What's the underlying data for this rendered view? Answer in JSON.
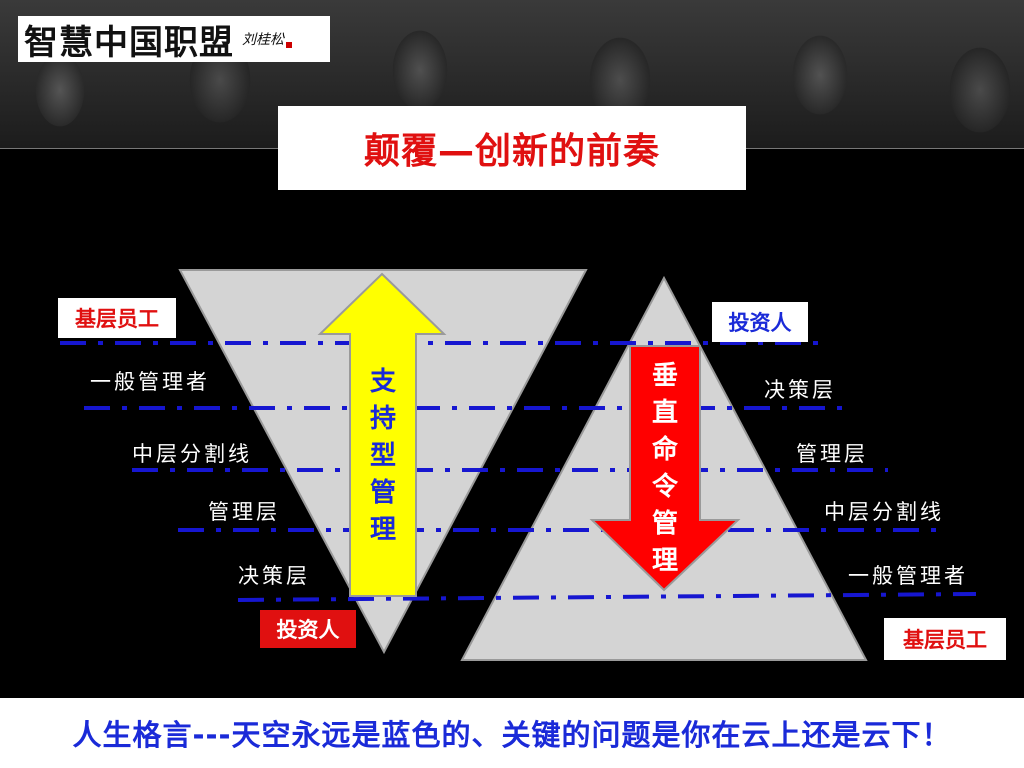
{
  "header": {
    "logo_main": "智慧中国职盟",
    "logo_sub": "刘桂松",
    "title": "颠覆—创新的前奏"
  },
  "left_pyramid": {
    "top_tag": "基层员工",
    "bottom_tag": "投资人",
    "levels": [
      "一般管理者",
      "中层分割线",
      "管理层",
      "决策层"
    ],
    "arrow_text": "支持型管理"
  },
  "right_pyramid": {
    "top_tag": "投资人",
    "bottom_tag": "基层员工",
    "levels": [
      "决策层",
      "管理层",
      "中层分割线",
      "一般管理者"
    ],
    "arrow_text": "垂直命令管理"
  },
  "footer": {
    "quote": "人生格言---天空永远是蓝色的、关键的问题是你在云上还是云下！"
  },
  "colors": {
    "accent_red": "#e01010",
    "accent_blue": "#1a2ad8",
    "arrow_yellow": "#ffff00",
    "triangle_fill": "#d4d4d4"
  },
  "icons": {
    "up_arrow": "up-arrow-icon",
    "down_arrow": "down-arrow-icon"
  }
}
